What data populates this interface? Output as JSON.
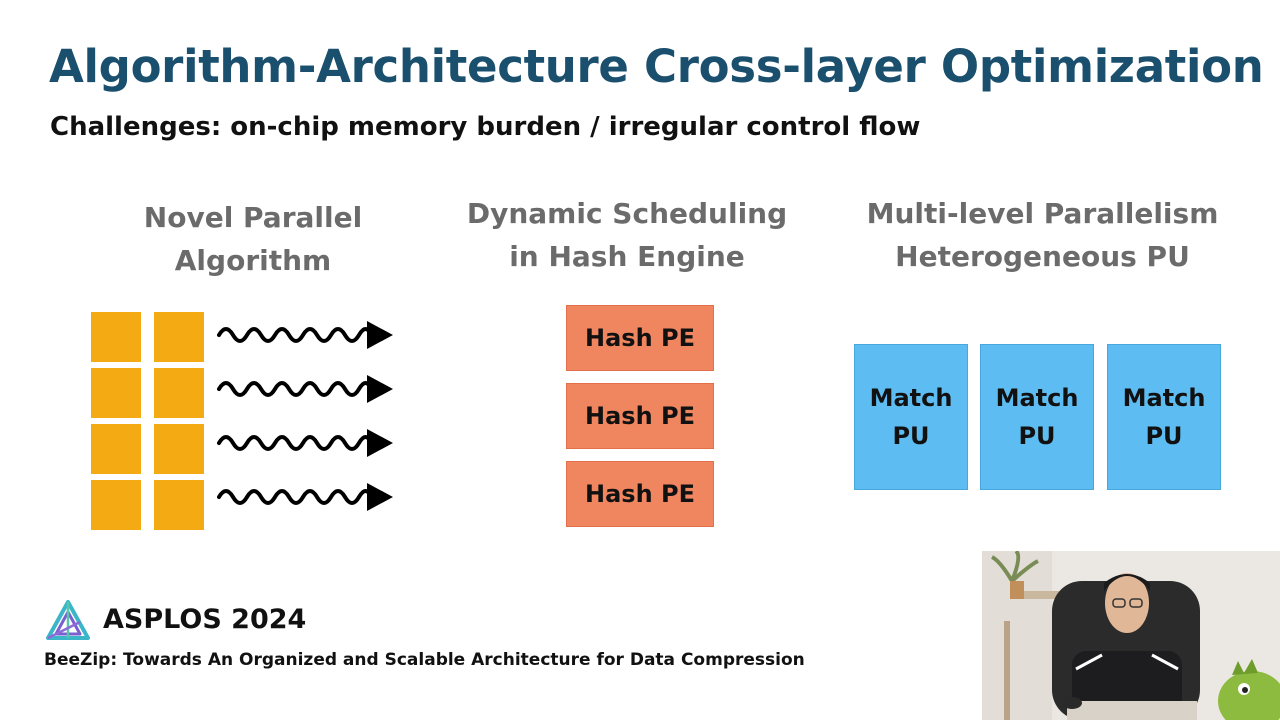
{
  "slide": {
    "title": "Algorithm-Architecture Cross-layer Optimization",
    "subtitle": "Challenges: on-chip memory burden / irregular control flow",
    "columns": [
      {
        "heading_line1": "Novel Parallel",
        "heading_line2": "Algorithm"
      },
      {
        "heading_line1": "Dynamic Scheduling",
        "heading_line2": "in Hash Engine"
      },
      {
        "heading_line1": "Multi-level Parallelism",
        "heading_line2": "Heterogeneous PU"
      }
    ],
    "hash_pes": [
      "Hash PE",
      "Hash PE",
      "Hash PE"
    ],
    "match_pus": [
      {
        "line1": "Match",
        "line2": "PU"
      },
      {
        "line1": "Match",
        "line2": "PU"
      },
      {
        "line1": "Match",
        "line2": "PU"
      }
    ],
    "footer": {
      "conference": "ASPLOS 2024",
      "paper_title": "BeeZip: Towards An Organized and Scalable Architecture for Data Compression"
    }
  },
  "colors": {
    "title": "#1a4f6e",
    "block_orange": "#f4aa12",
    "hash_pe": "#f08660",
    "match_pu": "#5dbcf1"
  },
  "icons": {
    "logo": "asplos-logo-icon",
    "arrow": "wavy-arrow-icon"
  }
}
